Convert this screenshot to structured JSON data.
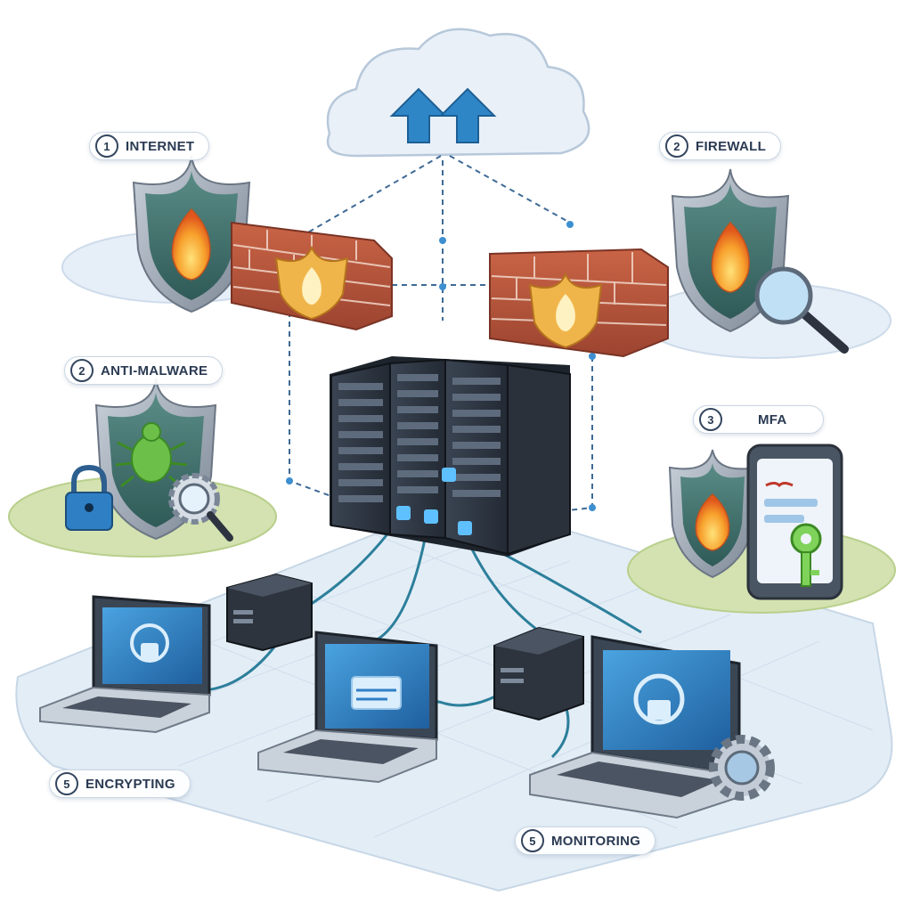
{
  "labels": [
    {
      "id": "internet",
      "num": "1",
      "text": "INTERNET"
    },
    {
      "id": "firewall",
      "num": "2",
      "text": "FIREWALL"
    },
    {
      "id": "anti-malware",
      "num": "2",
      "text": "ANTI-MALWARE"
    },
    {
      "id": "mfa",
      "num": "3",
      "text": "MFA"
    },
    {
      "id": "encrypting",
      "num": "5",
      "text": "ENCRYPTING"
    },
    {
      "id": "monitoring",
      "num": "5",
      "text": "MONITORING"
    }
  ],
  "colors": {
    "shield_rim": "#8e9aa8",
    "shield_face": "#3f6f6a",
    "brick": "#b5533a",
    "flame": "#f08a24",
    "bug": "#6cc04a",
    "server": "#2c3440",
    "screen": "#2f7fc4",
    "cable": "#2c7f9b",
    "floor": "#dce8f2",
    "grass": "#c8dba0",
    "cloud": "#e7eef6",
    "arrow": "#2f86c7"
  }
}
